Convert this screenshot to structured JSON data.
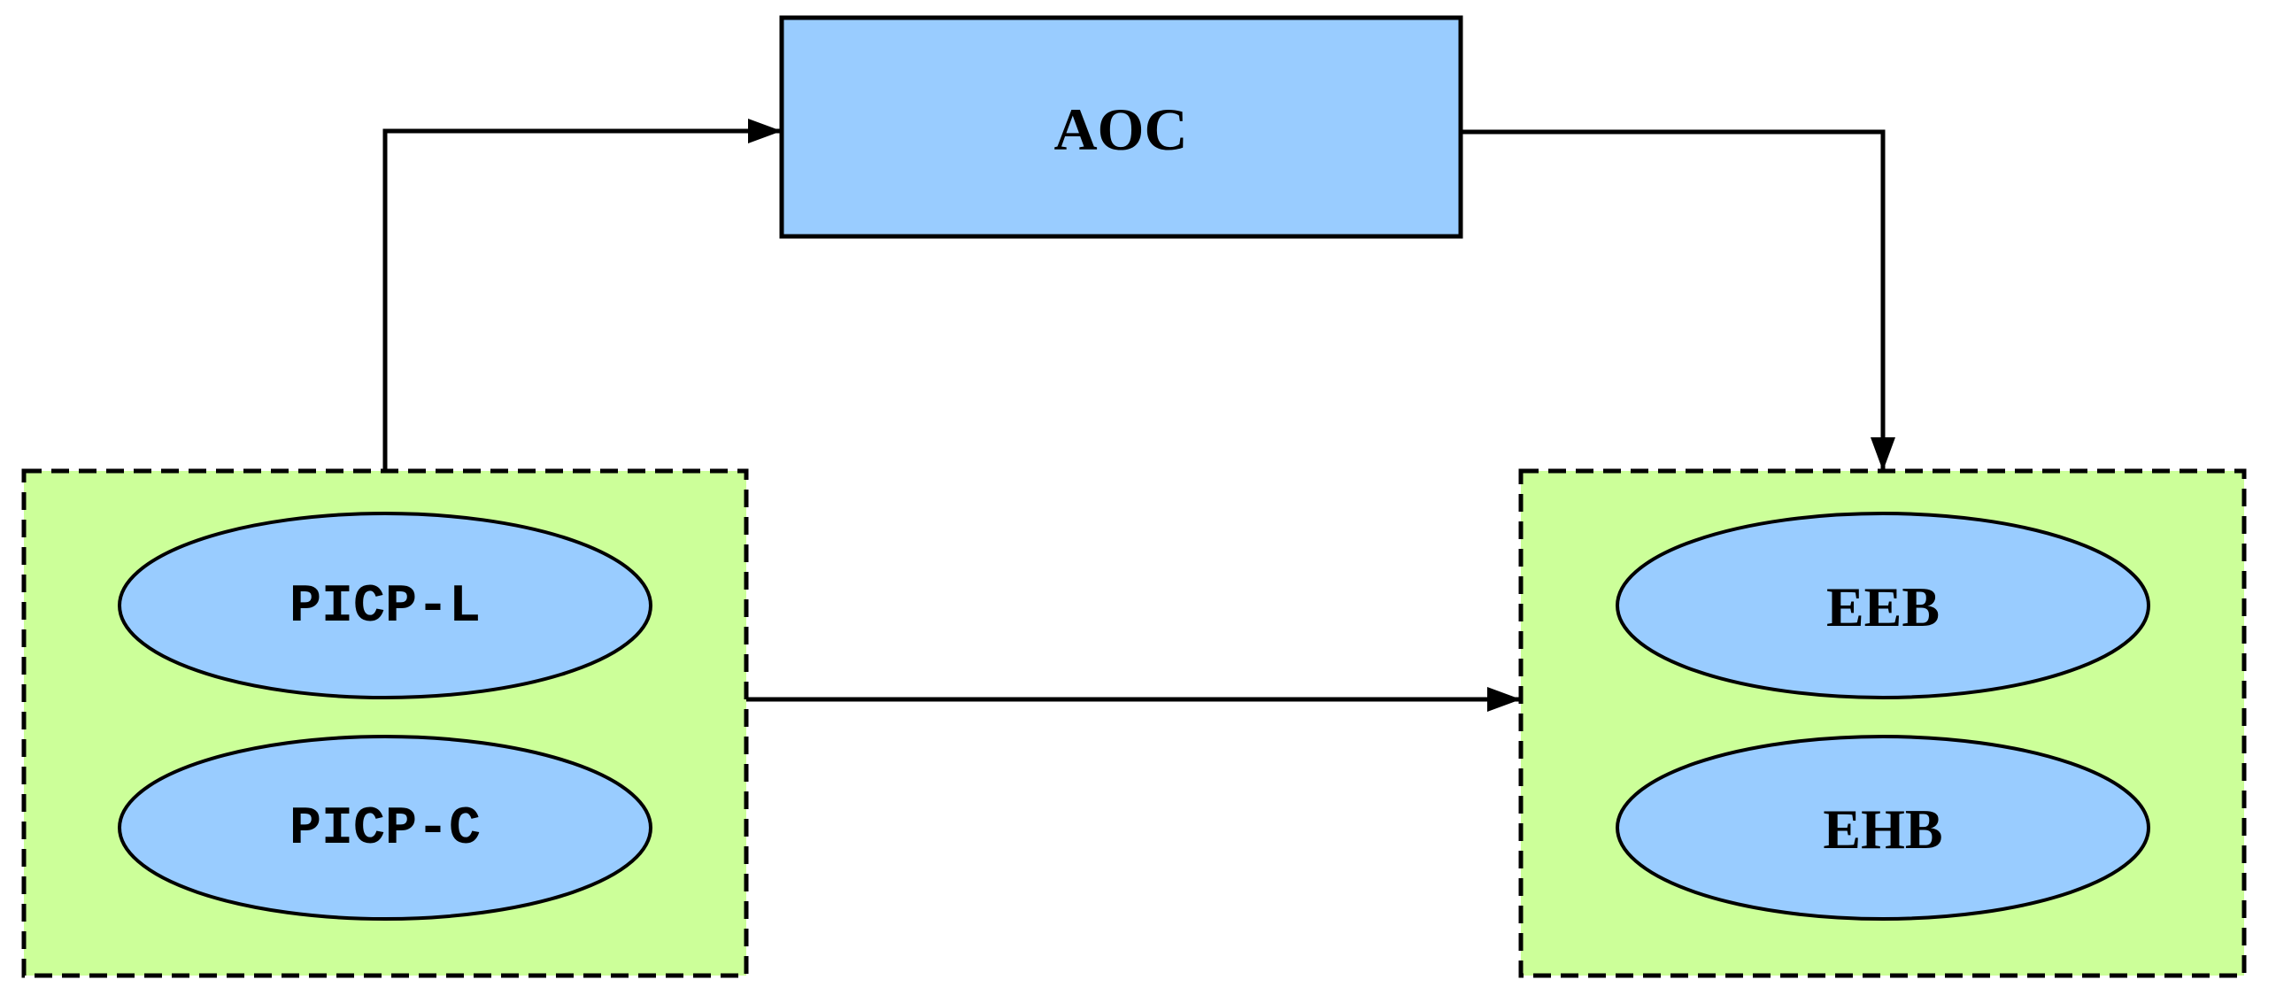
{
  "diagram": {
    "title": "",
    "nodes": {
      "aoc": {
        "label": "AOC",
        "shape": "rectangle",
        "fill": "#99ccff",
        "stroke": "#000000"
      },
      "picp_l": {
        "label": "PICP-L",
        "shape": "ellipse",
        "fill": "#99ccff",
        "stroke": "#000000"
      },
      "picp_c": {
        "label": "PICP-C",
        "shape": "ellipse",
        "fill": "#99ccff",
        "stroke": "#000000"
      },
      "eeb": {
        "label": "EEB",
        "shape": "ellipse",
        "fill": "#99ccff",
        "stroke": "#000000"
      },
      "ehb": {
        "label": "EHB",
        "shape": "ellipse",
        "fill": "#99ccff",
        "stroke": "#000000"
      }
    },
    "groups": {
      "left_group": {
        "members": [
          "PICP-L",
          "PICP-C"
        ],
        "fill": "#ccff99",
        "border_style": "dashed",
        "border_color": "#000000"
      },
      "right_group": {
        "members": [
          "EEB",
          "EHB"
        ],
        "fill": "#ccff99",
        "border_style": "dashed",
        "border_color": "#000000"
      }
    },
    "edges": [
      {
        "from": "left-group-top",
        "to": "aoc-left-side",
        "type": "elbow",
        "arrowhead": "filled-triangle"
      },
      {
        "from": "aoc-right-side",
        "to": "right-group-top",
        "type": "elbow",
        "arrowhead": "filled-triangle"
      },
      {
        "from": "left-group-right",
        "to": "right-group-left",
        "type": "straight",
        "arrowhead": "filled-triangle"
      }
    ],
    "colors": {
      "node_fill": "#99ccff",
      "group_fill": "#ccff99",
      "stroke": "#000000",
      "background": "#ffffff"
    }
  }
}
